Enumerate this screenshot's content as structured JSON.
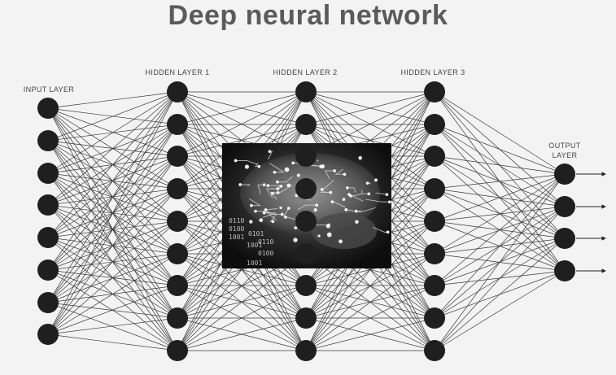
{
  "title": "Deep neural network",
  "layers": [
    {
      "id": "input",
      "label": "INPUT LAYER",
      "nodes": 8
    },
    {
      "id": "hidden1",
      "label": "HIDDEN LAYER 1",
      "nodes": 9
    },
    {
      "id": "hidden2",
      "label": "HIDDEN LAYER 2",
      "nodes": 9
    },
    {
      "id": "hidden3",
      "label": "HIDDEN LAYER 3",
      "nodes": 9
    },
    {
      "id": "output",
      "label": "OUTPUT\nLAYER",
      "nodes": 4
    }
  ],
  "image": {
    "name": "circuit-brain-image",
    "binary_text": [
      "0110",
      "0100",
      "1001",
      "0101",
      "0110",
      "1001",
      "0100",
      "1001"
    ]
  },
  "colors": {
    "background": "#f3f3f3",
    "node": "#1f1f1f",
    "edge": "#3a3a3a",
    "title": "#5b5b5b"
  }
}
